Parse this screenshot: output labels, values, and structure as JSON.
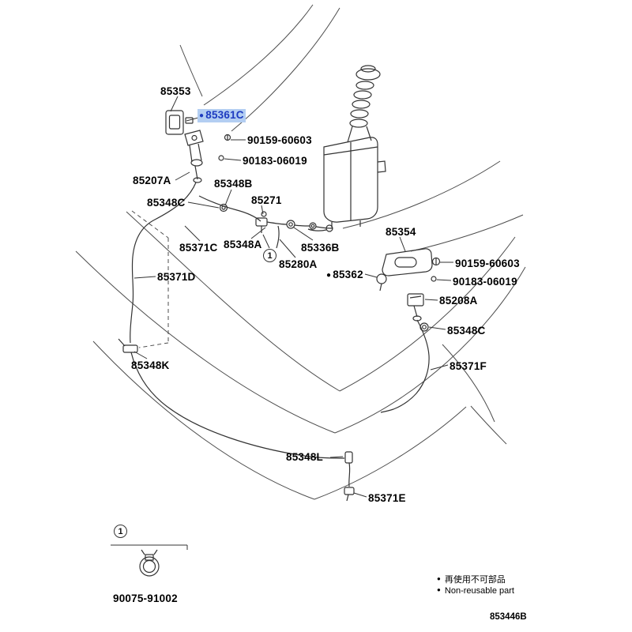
{
  "diagram": {
    "bullet_char": "●",
    "callout_1": "1",
    "highlight": {
      "bg": "#b3cef2",
      "fg": "#1d3bc0"
    },
    "labels": {
      "p85353": "85353",
      "p85361C": "85361C",
      "p90159a": "90159-60603",
      "p90183a": "90183-06019",
      "p85207A": "85207A",
      "p85348B": "85348B",
      "p85348Ca": "85348C",
      "p85271": "85271",
      "p85371C": "85371C",
      "p85348A": "85348A",
      "p85336B": "85336B",
      "p85280A": "85280A",
      "p85354": "85354",
      "p85362": "85362",
      "p90159b": "90159-60603",
      "p90183b": "90183-06019",
      "p85208A": "85208A",
      "p85348Cb": "85348C",
      "p85371D": "85371D",
      "p85348K": "85348K",
      "p85371F": "85371F",
      "p85348L": "85348L",
      "p85371E": "85371E",
      "p90075": "90075-91002"
    },
    "legend": {
      "jp": "再使用不可部品",
      "en": "Non-reusable part"
    },
    "code": "853446B"
  }
}
